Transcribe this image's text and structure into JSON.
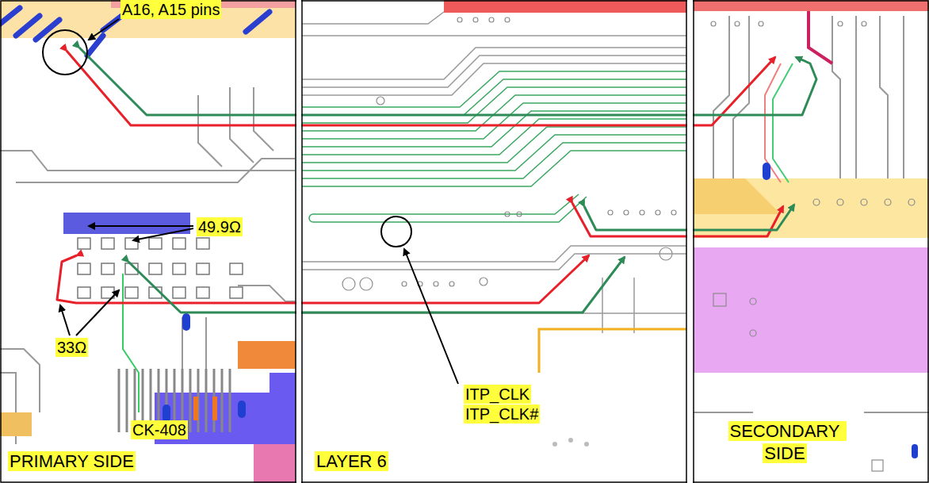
{
  "diagram": {
    "nodes": [
      {
        "text": [
          "PRIMARY SIDE"
        ]
      },
      {
        "text": [
          "LAYER 6"
        ]
      },
      {
        "text": [
          "SECONDARY SIDE"
        ]
      }
    ],
    "labels": [
      "A16, A15 pins",
      "49.9Ω",
      "33Ω",
      "CK-408",
      "ITP_CLK",
      "ITP_CLK#"
    ]
  }
}
